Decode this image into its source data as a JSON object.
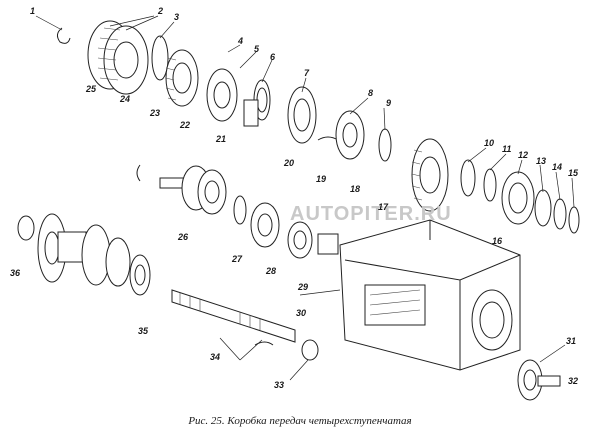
{
  "caption": "Рис. 25. Коробка передач четырехступенчатая",
  "watermark": "AUTOPITER.RU",
  "labels": [
    "1",
    "2",
    "3",
    "4",
    "5",
    "6",
    "7",
    "8",
    "9",
    "10",
    "11",
    "12",
    "13",
    "14",
    "15",
    "16",
    "17",
    "18",
    "19",
    "20",
    "21",
    "22",
    "23",
    "24",
    "25",
    "26",
    "27",
    "28",
    "29",
    "30",
    "31",
    "32",
    "33",
    "34",
    "35",
    "36"
  ]
}
